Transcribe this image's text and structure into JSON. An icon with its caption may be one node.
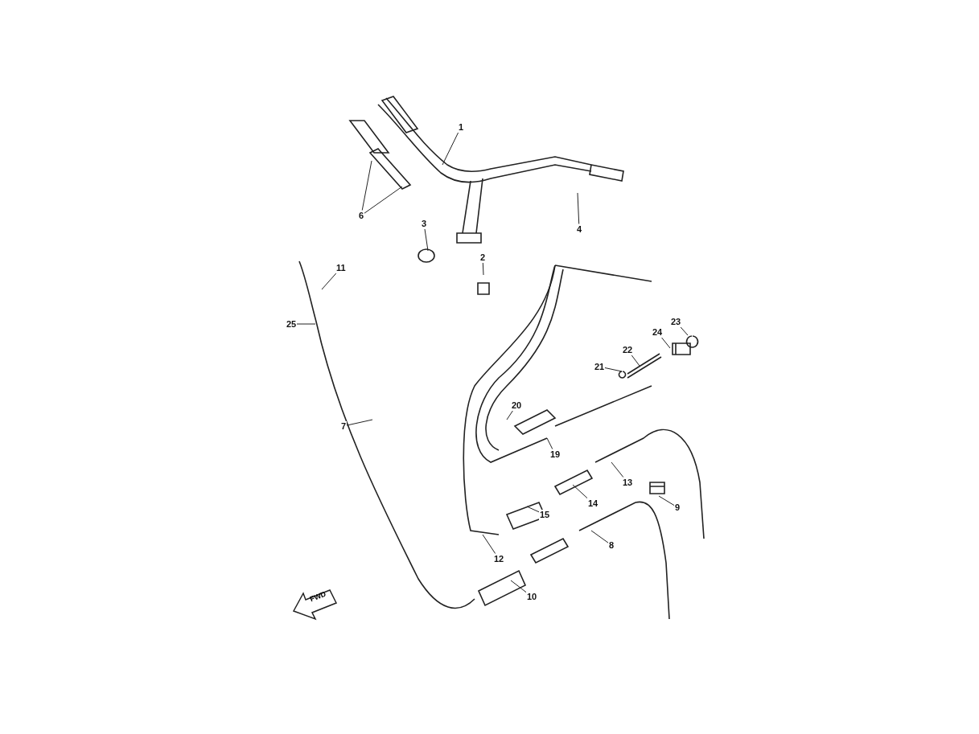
{
  "diagram": {
    "nodes": [
      {
        "text": [
          "1"
        ]
      },
      {
        "text": [
          "6"
        ]
      },
      {
        "text": [
          "3"
        ]
      },
      {
        "text": [
          "2"
        ]
      },
      {
        "text": [
          "4"
        ]
      },
      {
        "text": [
          "11"
        ]
      },
      {
        "text": [
          "25"
        ]
      },
      {
        "text": [
          "7"
        ]
      },
      {
        "text": [
          "23"
        ]
      },
      {
        "text": [
          "24"
        ]
      },
      {
        "text": [
          "22"
        ]
      },
      {
        "text": [
          "21"
        ]
      },
      {
        "text": [
          "20"
        ]
      },
      {
        "text": [
          "19"
        ]
      },
      {
        "text": [
          "13"
        ]
      },
      {
        "text": [
          "14"
        ]
      },
      {
        "text": [
          "9"
        ]
      },
      {
        "text": [
          "15"
        ]
      },
      {
        "text": [
          "12"
        ]
      },
      {
        "text": [
          "8"
        ]
      },
      {
        "text": [
          "10"
        ]
      }
    ],
    "edges": [
      {
        "from": 0,
        "to": null,
        "arrow": "none"
      },
      {
        "from": 1,
        "to": null,
        "arrow": "none"
      },
      {
        "from": 1,
        "to": null,
        "arrow": "none"
      },
      {
        "from": 2,
        "to": null,
        "arrow": "none"
      },
      {
        "from": 3,
        "to": null,
        "arrow": "none"
      },
      {
        "from": 4,
        "to": null,
        "arrow": "none"
      },
      {
        "from": 5,
        "to": null,
        "arrow": "none"
      },
      {
        "from": 6,
        "to": null,
        "arrow": "none"
      },
      {
        "from": 7,
        "to": null,
        "arrow": "none"
      },
      {
        "from": 8,
        "to": null,
        "arrow": "none"
      },
      {
        "from": 9,
        "to": null,
        "arrow": "none"
      },
      {
        "from": 10,
        "to": null,
        "arrow": "none"
      },
      {
        "from": 11,
        "to": null,
        "arrow": "none"
      },
      {
        "from": 12,
        "to": null,
        "arrow": "none"
      },
      {
        "from": 13,
        "to": null,
        "arrow": "none"
      },
      {
        "from": 14,
        "to": null,
        "arrow": "none"
      },
      {
        "from": 15,
        "to": null,
        "arrow": "none"
      },
      {
        "from": 16,
        "to": null,
        "arrow": "none"
      },
      {
        "from": 17,
        "to": null,
        "arrow": "none"
      },
      {
        "from": 18,
        "to": null,
        "arrow": "none"
      },
      {
        "from": 19,
        "to": null,
        "arrow": "none"
      },
      {
        "from": 20,
        "to": null,
        "arrow": "none"
      }
    ],
    "labels": [
      "FWD"
    ]
  }
}
